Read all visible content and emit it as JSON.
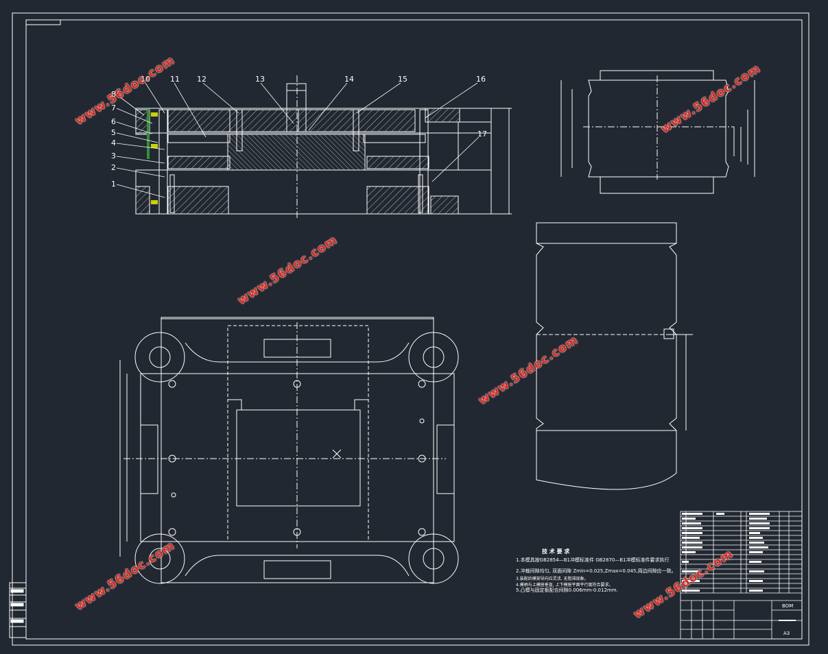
{
  "watermark": "www.56doc.com",
  "part_callouts": [
    "1",
    "2",
    "3",
    "4",
    "5",
    "6",
    "7",
    "8",
    "10",
    "11",
    "12",
    "13",
    "14",
    "15",
    "16",
    "17"
  ],
  "technical_requirements": {
    "title": "技 术 要 求",
    "lines": [
      "1.本模具按GB2854—B1冲模标准件 GB2870—B1冲模标准件要求执行",
      "2.冲裁间隙均匀, 双面间隙 Zmin=0.025,Zmax=0.045,周边间隙应一致。",
      "3.装配后模架导向应灵活, 无阻滞现象。",
      "4.模柄与上模座垂直, 上下模座平面平行度符合要求。",
      "5.凸模与固定板配合间隙0.006mm-0.012mm."
    ]
  },
  "title_block": {
    "scale": "A3",
    "designation": "BOM"
  },
  "colors": {
    "background": "#222831",
    "line": "#ffffff",
    "accent": "#c8d400",
    "watermark": "#e0281d"
  }
}
